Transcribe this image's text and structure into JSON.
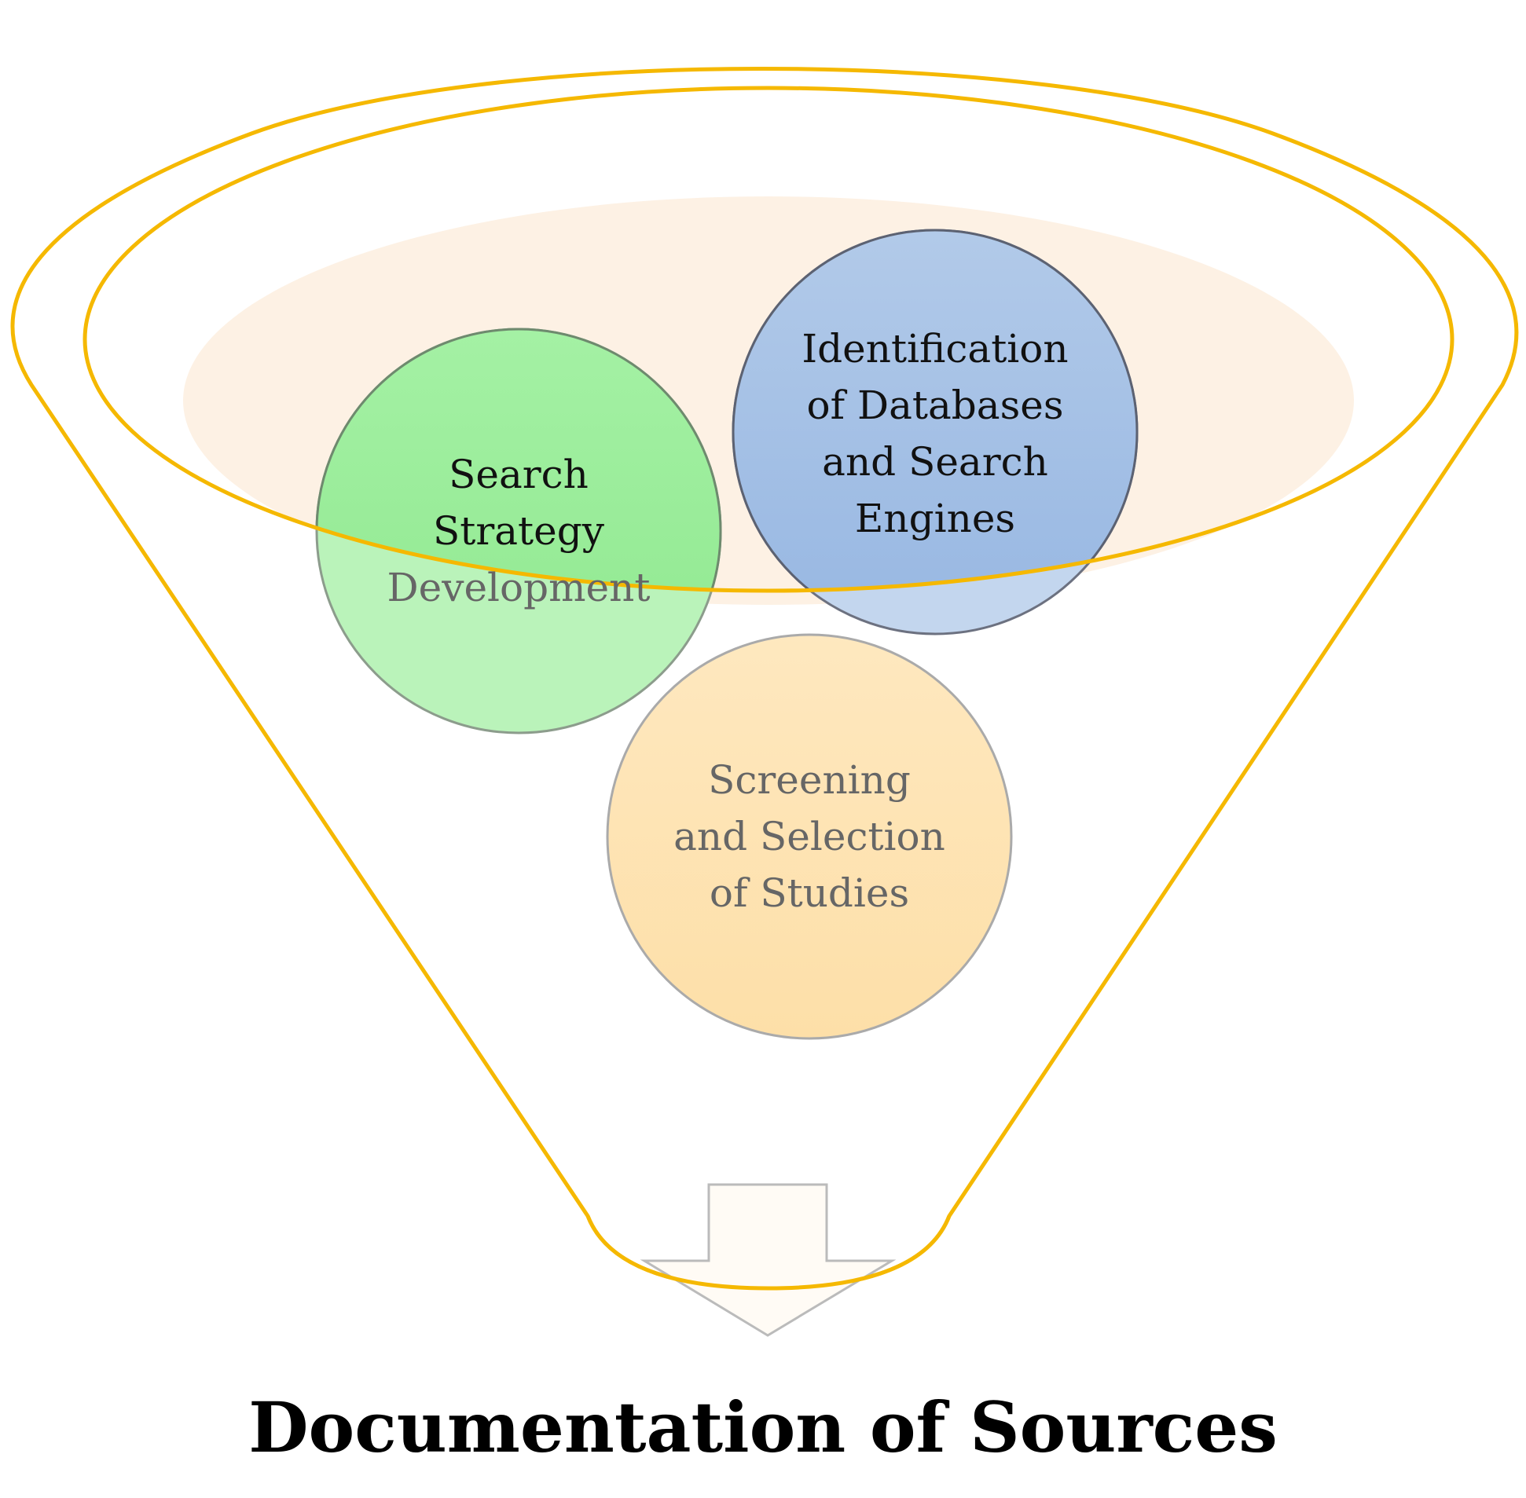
{
  "diagram": {
    "type": "funnel",
    "outline_color": "#F5B800",
    "inner_fill_color": "#FDF1E4",
    "arrow_fill_color": "#FFFBF5",
    "steps": [
      {
        "id": "search-strategy",
        "lines": [
          "Search",
          "Strategy",
          "Development"
        ],
        "color": "#98EE98"
      },
      {
        "id": "identification",
        "lines": [
          "Identification",
          "of Databases",
          "and Search",
          "Engines"
        ],
        "color": "#A5C1E6"
      },
      {
        "id": "screening",
        "lines": [
          "Screening",
          "and Selection",
          "of Studies"
        ],
        "color": "#FDE3B5"
      }
    ],
    "output_label": "Documentation of Sources"
  }
}
